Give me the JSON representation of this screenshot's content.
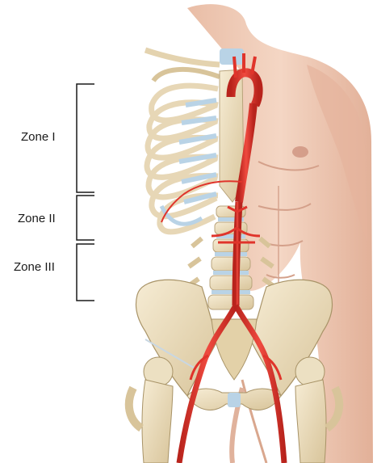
{
  "zones": [
    {
      "label": "Zone I"
    },
    {
      "label": "Zone II"
    },
    {
      "label": "Zone III"
    }
  ],
  "colors": {
    "skin": "#f0cdb8",
    "skin_shadow": "#d9a78e",
    "bone": "#efe2c4",
    "bone_shadow": "#c9b48a",
    "cartilage": "#b9d3e6",
    "artery": "#e0342b",
    "artery_dark": "#a81e18",
    "bracket": "#1a1a1a"
  },
  "icons": [
    "aorta-illustration",
    "rib-cage",
    "spine",
    "pelvis",
    "zone-bracket"
  ]
}
